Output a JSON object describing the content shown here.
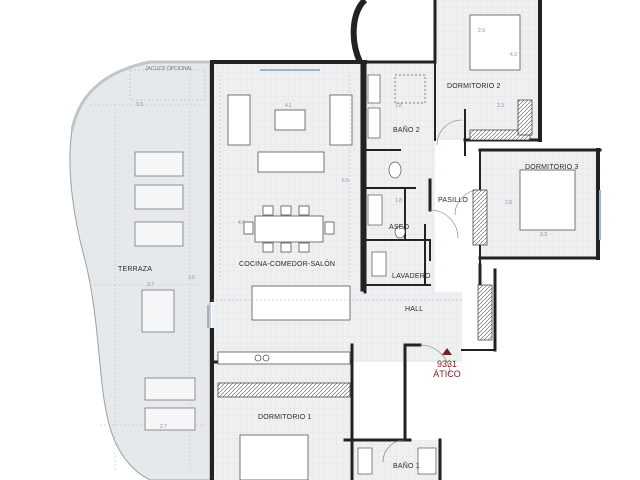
{
  "plan": {
    "rooms": {
      "dormitorio_2": "DORMITORIO 2",
      "bano_2": "BAÑO 2",
      "dormitorio_3": "DORMITORIO 3",
      "pasillo": "PASILLO",
      "aseo": "ASEO",
      "lavadero": "LAVADERO",
      "cocina": "COCINA-COMEDOR-SALÓN",
      "terraza": "TERRAZA",
      "hall": "HALL",
      "dormitorio_1": "DORMITORIO 1",
      "bano_1": "BAÑO 1",
      "jacuzzi": "JACUZZI OPCIONAL"
    },
    "dimensions": {
      "living_width": "4.1",
      "living_depth": "6.5",
      "dining_depth": "4.9",
      "terrace_width": "3.9",
      "terrace_length": "3.0",
      "terrace_lower": "2.7",
      "bath2_width": "1.8",
      "aseo_width": "1.8",
      "bed2_width": "2.9",
      "bed2_depth": "4.3",
      "bed2_closet": "2.3",
      "bed3_width": "3.3",
      "bed3_depth": "2.8",
      "jacuzzi_dim": "3.7"
    },
    "unit": {
      "code": "9331",
      "name": "ÁTICO"
    },
    "colors": {
      "wall": "#222222",
      "floor": "#eef0f1",
      "terrace": "#e6e9eb",
      "marker": "#7a1e1e"
    }
  }
}
